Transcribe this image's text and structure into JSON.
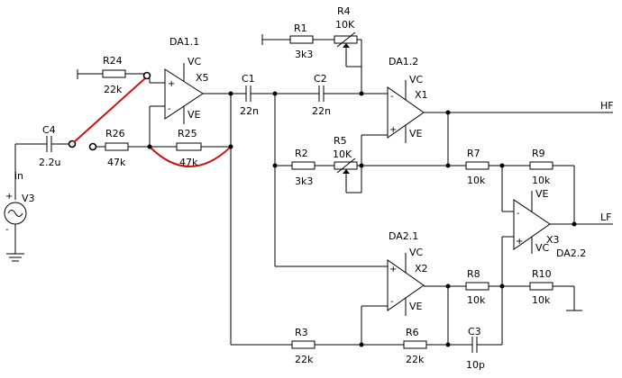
{
  "components": {
    "R1": {
      "name": "R1",
      "value": "3k3"
    },
    "R2": {
      "name": "R2",
      "value": "3k3"
    },
    "R3": {
      "name": "R3",
      "value": "22k"
    },
    "R4": {
      "name": "R4",
      "value": "10K"
    },
    "R5": {
      "name": "R5",
      "value": "10K"
    },
    "R6": {
      "name": "R6",
      "value": "22k"
    },
    "R7": {
      "name": "R7",
      "value": "10k"
    },
    "R8": {
      "name": "R8",
      "value": "10k"
    },
    "R9": {
      "name": "R9",
      "value": "10k"
    },
    "R10": {
      "name": "R10",
      "value": "10k"
    },
    "R24": {
      "name": "R24",
      "value": "22k"
    },
    "R25": {
      "name": "R25",
      "value": "47k"
    },
    "R26": {
      "name": "R26",
      "value": "47k"
    },
    "C1": {
      "name": "C1",
      "value": "22n"
    },
    "C2": {
      "name": "C2",
      "value": "22n"
    },
    "C3": {
      "name": "C3",
      "value": "10p"
    },
    "C4": {
      "name": "C4",
      "value": "2.2u"
    },
    "V3": {
      "name": "V3",
      "node": "in"
    }
  },
  "opamps": {
    "DA11": {
      "label": "DA1.1",
      "ref": "X5"
    },
    "DA12": {
      "label": "DA1.2",
      "ref": "X1"
    },
    "DA21": {
      "label": "DA2.1",
      "ref": "X2"
    },
    "DA22": {
      "label": "DA2.2",
      "ref": "X3"
    }
  },
  "supply": {
    "pos": "VC",
    "neg": "VE"
  },
  "outputs": {
    "hf": "HF",
    "lf": "LF"
  },
  "colors": {
    "wire": "#000000",
    "highlight": "#d01010"
  }
}
